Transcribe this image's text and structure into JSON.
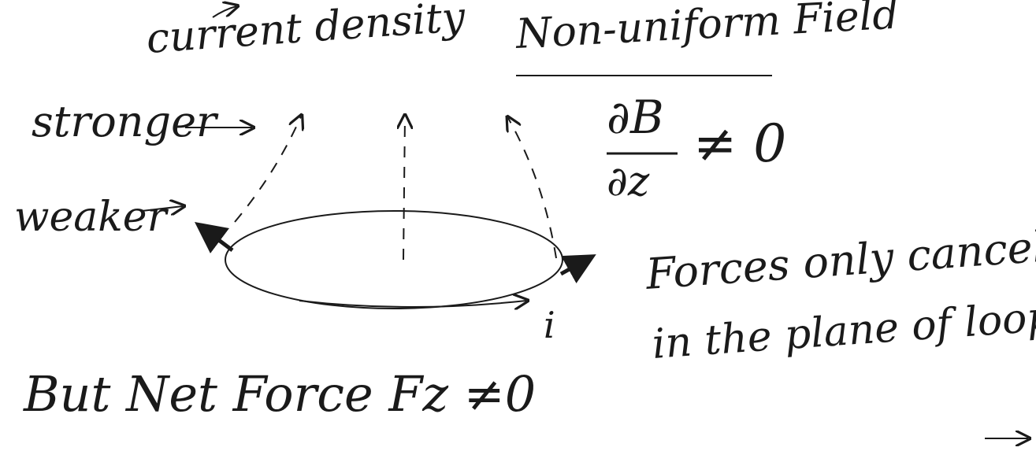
{
  "labels": {
    "current_density": "current density",
    "non_uniform_field": "Non-uniform Field",
    "stronger": "stronger",
    "weaker": "weaker",
    "derivative_numerator": "∂B",
    "derivative_denominator": "∂z",
    "not_equal_zero": "≠ 0",
    "forces_line1": "Forces only cancel",
    "forces_line2": "in the plane of loop",
    "current_symbol": "i",
    "net_force": "But Net Force Fz ≠0"
  },
  "colors": {
    "ink": "#1a1a1a"
  }
}
